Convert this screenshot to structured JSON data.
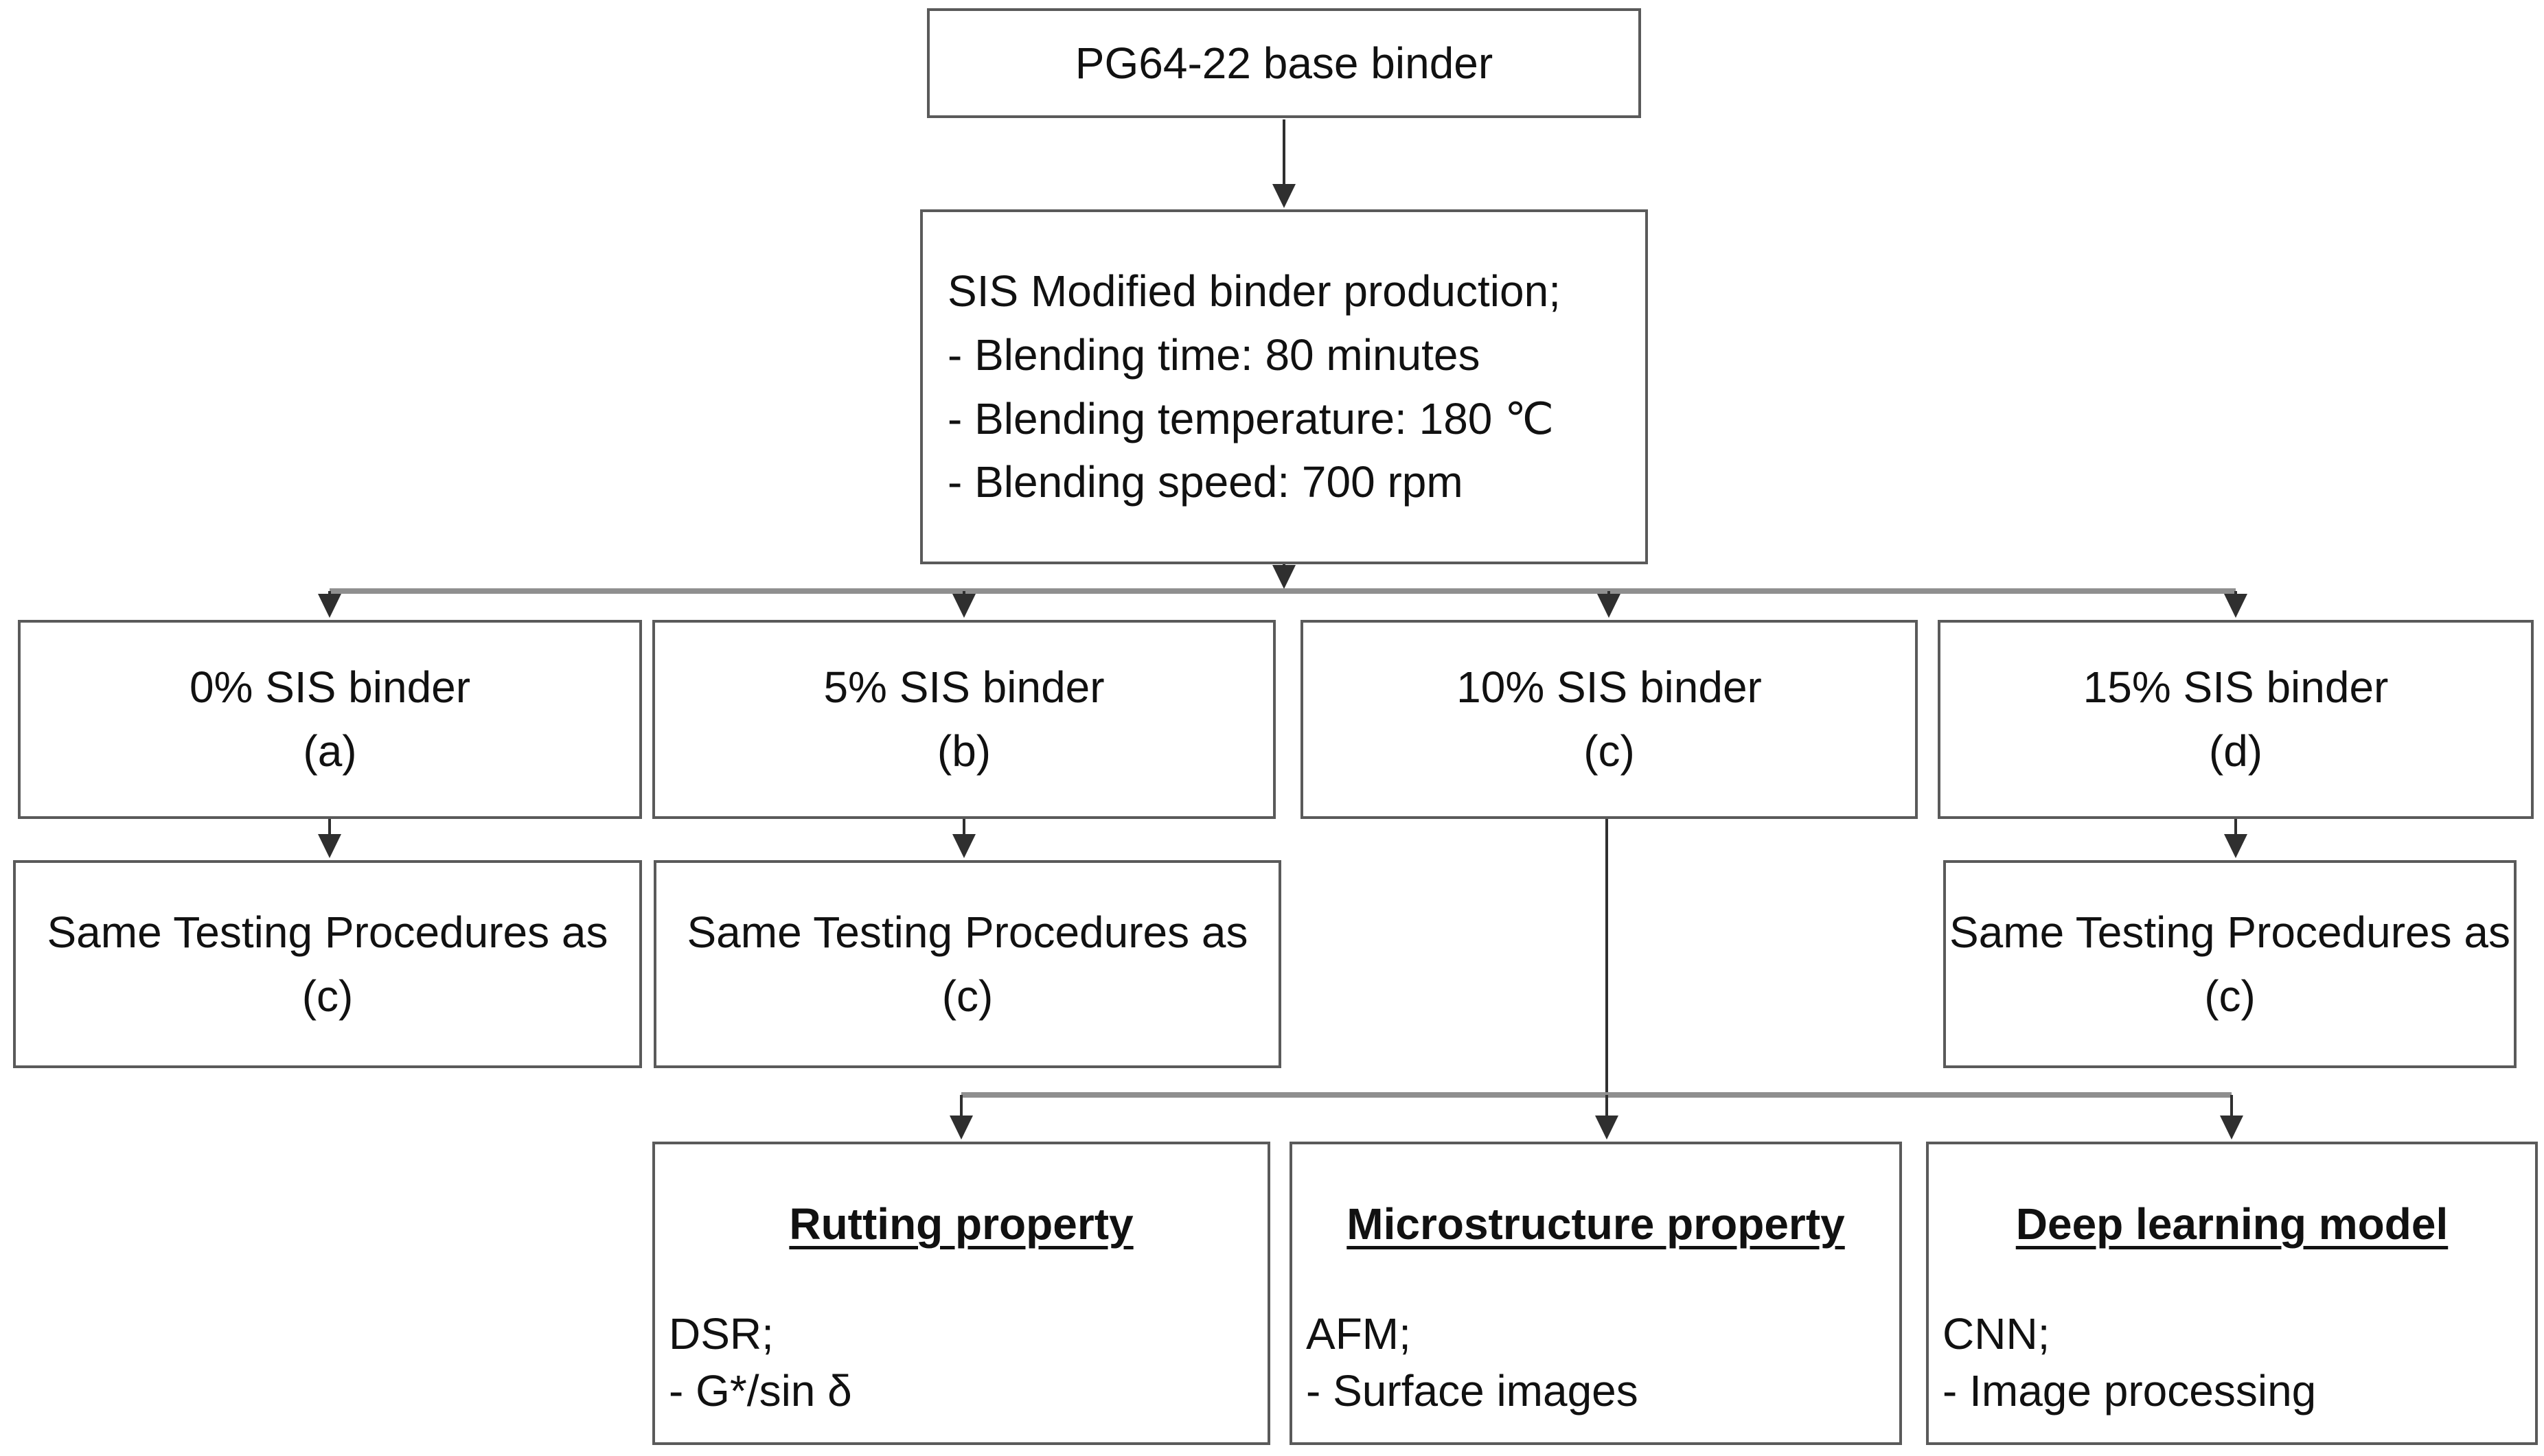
{
  "flowchart": {
    "top": {
      "label": "PG64-22 base binder"
    },
    "production": {
      "lines": [
        "SIS Modified binder production;",
        "- Blending time: 80 minutes",
        "- Blending temperature: 180 ℃",
        "- Blending speed: 700 rpm"
      ]
    },
    "binders": [
      {
        "name": "0% SIS binder",
        "tag": "(a)"
      },
      {
        "name": "5% SIS binder",
        "tag": "(b)"
      },
      {
        "name": "10% SIS binder",
        "tag": "(c)"
      },
      {
        "name": "15% SIS binder",
        "tag": "(d)"
      }
    ],
    "same_testing": [
      {
        "line1": "Same Testing Procedures as",
        "line2": "(c)"
      },
      {
        "line1": "Same Testing Procedures as",
        "line2": "(c)"
      },
      {
        "line1": "Same Testing Procedures as",
        "line2": "(c)"
      }
    ],
    "tests": [
      {
        "title": "Rutting property",
        "lines": [
          "DSR;",
          "- G*/sin δ"
        ]
      },
      {
        "title": "Microstructure property",
        "lines": [
          "AFM;",
          "- Surface images"
        ]
      },
      {
        "title": "Deep learning model",
        "lines": [
          "CNN;",
          "- Image processing"
        ]
      }
    ],
    "colors": {
      "border": "#5a5a5a",
      "line": "#2f2f2f",
      "distribution_line": "#8f8f8f",
      "text": "#111111",
      "background": "#ffffff"
    }
  }
}
